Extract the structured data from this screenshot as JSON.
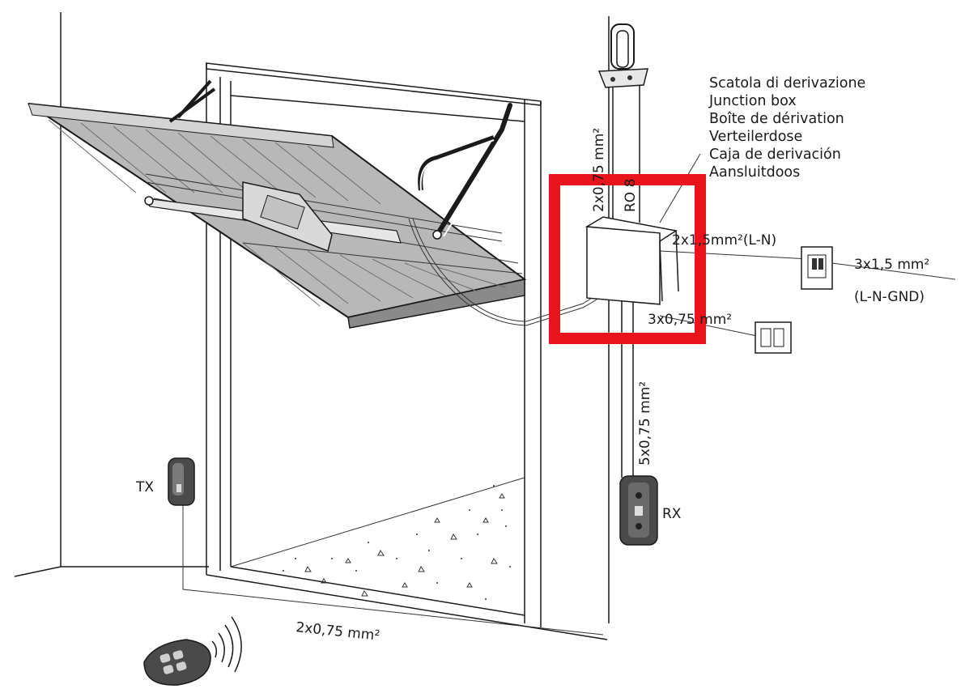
{
  "junction_box_labels": [
    "Scatola di derivazione",
    "Junction box",
    "Boîte de dérivation",
    "Verteilerdose",
    "Caja de derivación",
    "Aansluitdoos"
  ],
  "cables": {
    "lamp_cable": "2x0,75 mm²",
    "lamp_model": "RO 8",
    "power_in": "2x1,5mm²(L-N)",
    "mains": "3x1,5 mm²",
    "mains_conductors": "(L-N-GND)",
    "key_switch": "3x0,75 mm²",
    "receiver_cable": "5x0,75 mm²",
    "floor_cable": "2x0,75 mm²"
  },
  "devices": {
    "transmitter_photocell": "TX",
    "receiver_photocell": "RX"
  },
  "colors": {
    "line": "#1a1a1a",
    "panel": "#b8b8b8",
    "panel_dark": "#8a8a8a",
    "highlight": "#e8141b"
  }
}
